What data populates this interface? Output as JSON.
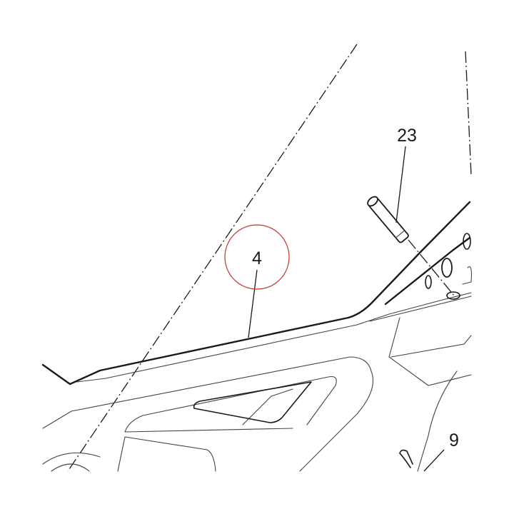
{
  "callouts": {
    "main_part": "4",
    "pin": "23",
    "small_part": "9"
  },
  "colors": {
    "highlight": "#c0392b",
    "line": "#1a1a1a",
    "background": "#ffffff"
  }
}
